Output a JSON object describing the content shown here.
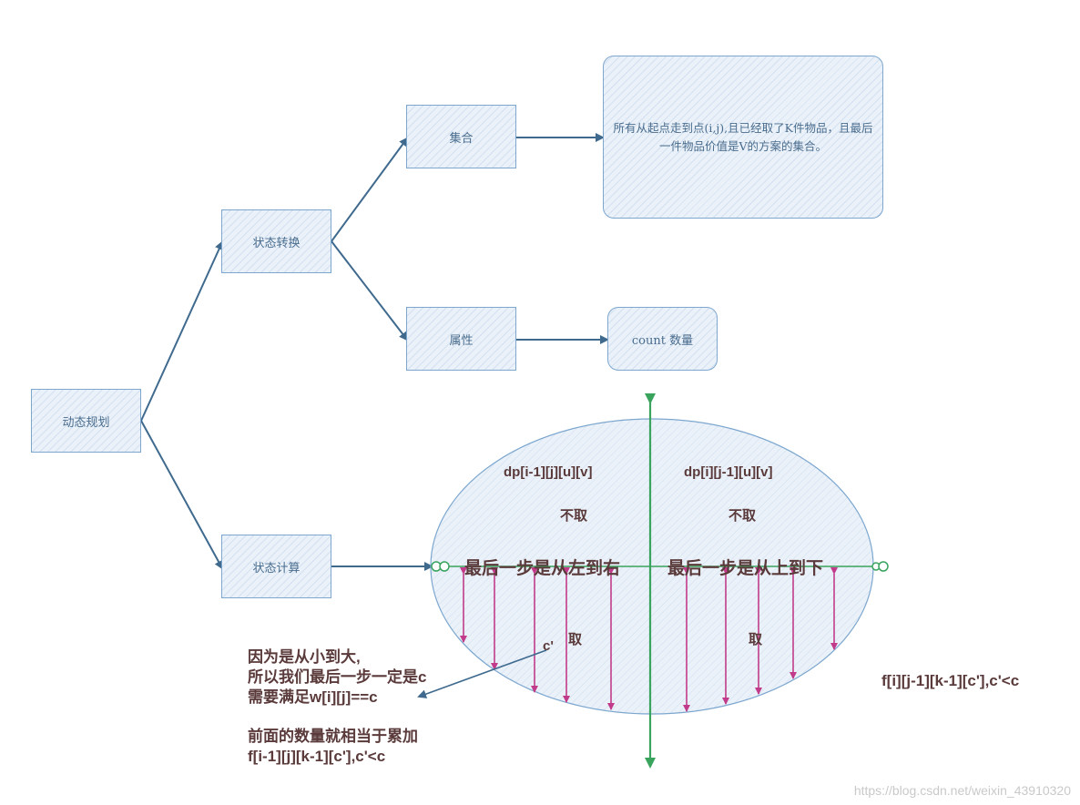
{
  "nodes": {
    "root": "动态规划",
    "state_transition": "状态转换",
    "set": "集合",
    "set_desc": "所有从起点走到点(i,j),且已经取了K件物品，且最后一件物品价值是V的方案的集合。",
    "attribute": "属性",
    "attribute_desc": "count 数量",
    "state_compute": "状态计算"
  },
  "ellipse": {
    "left_top_formula": "dp[i-1][j][u][v]",
    "right_top_formula": "dp[i][j-1][u][v]",
    "left_not_take": "不取",
    "right_not_take": "不取",
    "left_last_step": "最后一步是从左到右",
    "right_last_step": "最后一步是从上到下",
    "left_take": "取",
    "right_take": "取",
    "c_prime": "c'"
  },
  "notes": {
    "note1_line1": "因为是从小到大,",
    "note1_line2": "所以我们最后一步一定是c",
    "note1_line3": "需要满足w[i][j]==c",
    "note2_line1": "前面的数量就相当于累加",
    "note2_line2": "f[i-1][j][k-1][c'],c'<c",
    "right_formula": "f[i][j-1][k-1][c'],c'<c"
  },
  "watermark": "https://blog.csdn.net/weixin_43910320",
  "colors": {
    "box_border": "#7da7cf",
    "box_fill": "#eaf1f9",
    "arrow": "#3f6a8e",
    "axis": "#3aa35e",
    "double_arrow": "#c23b8a",
    "label_text": "#5a3a3a"
  }
}
